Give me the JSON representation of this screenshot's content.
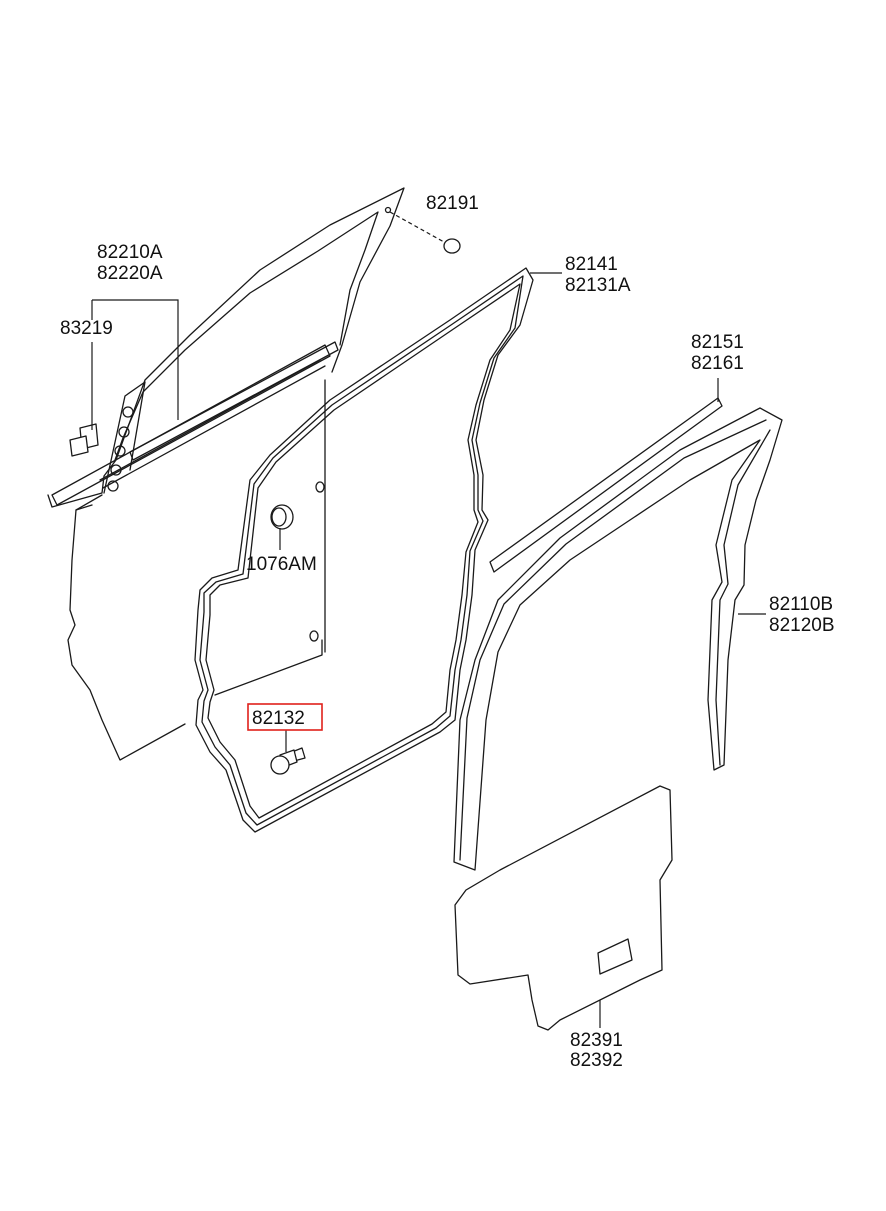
{
  "diagram": {
    "highlight_color": "#e0211b",
    "line_color": "#1a1a1a",
    "labels": {
      "p82191": "82191",
      "p82210A": "82210A",
      "p82220A": "82220A",
      "p83219": "83219",
      "p82141": "82141",
      "p82131A": "82131A",
      "p82151": "82151",
      "p82161": "82161",
      "p1076AM": "1076AM",
      "p82132": "82132",
      "p82110B": "82110B",
      "p82120B": "82120B",
      "p82391": "82391",
      "p82392": "82392"
    },
    "selected_part": "82132"
  }
}
